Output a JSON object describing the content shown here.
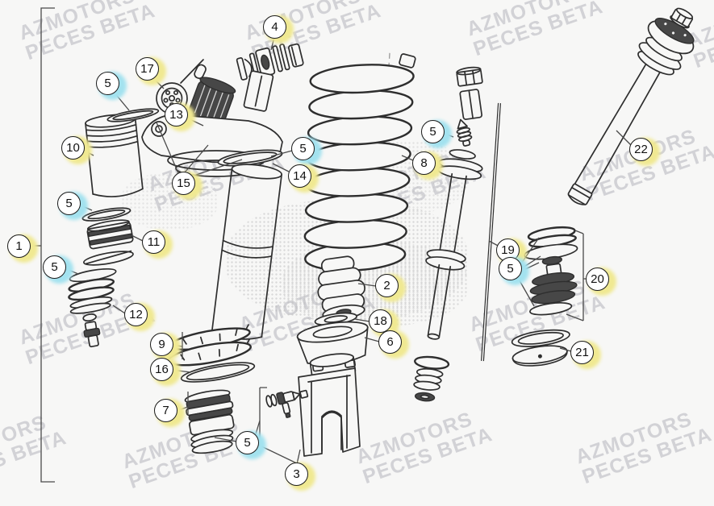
{
  "diagram": {
    "type": "exploded-parts-diagram",
    "subject": "rear shock absorber"
  },
  "watermark": {
    "line1": "AZMOTORS",
    "line2": "PECES BETA",
    "color": "#d2d2d6"
  },
  "colors": {
    "background": "#f7f7f6",
    "line_art": "#2e2e2e",
    "callout_fill": "#ffffff",
    "callout_border": "#1b1b1b",
    "halo_yellow": "#f0e992",
    "halo_cyan": "#a3e2ef"
  },
  "callouts": [
    {
      "label": "4",
      "highlighted": false
    },
    {
      "label": "17",
      "highlighted": false
    },
    {
      "label": "5",
      "highlighted": true
    },
    {
      "label": "13",
      "highlighted": false
    },
    {
      "label": "10",
      "highlighted": false
    },
    {
      "label": "15",
      "highlighted": false
    },
    {
      "label": "5",
      "highlighted": true
    },
    {
      "label": "14",
      "highlighted": false
    },
    {
      "label": "1",
      "highlighted": false
    },
    {
      "label": "5",
      "highlighted": true
    },
    {
      "label": "11",
      "highlighted": false
    },
    {
      "label": "5",
      "highlighted": true
    },
    {
      "label": "12",
      "highlighted": false
    },
    {
      "label": "9",
      "highlighted": false
    },
    {
      "label": "16",
      "highlighted": false
    },
    {
      "label": "7",
      "highlighted": false
    },
    {
      "label": "5",
      "highlighted": true
    },
    {
      "label": "3",
      "highlighted": false
    },
    {
      "label": "2",
      "highlighted": false
    },
    {
      "label": "18",
      "highlighted": false
    },
    {
      "label": "6",
      "highlighted": false
    },
    {
      "label": "8",
      "highlighted": false
    },
    {
      "label": "5",
      "highlighted": true
    },
    {
      "label": "19",
      "highlighted": false
    },
    {
      "label": "5",
      "highlighted": true
    },
    {
      "label": "20",
      "highlighted": false
    },
    {
      "label": "21",
      "highlighted": false
    },
    {
      "label": "22",
      "highlighted": false
    }
  ]
}
